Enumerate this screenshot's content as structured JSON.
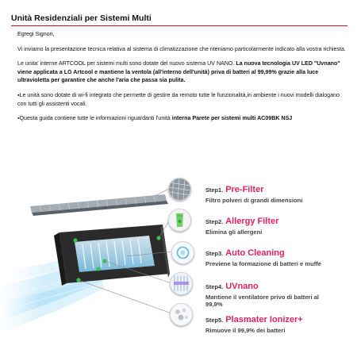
{
  "header": {
    "title": "Unità Residenziali per Sistemi Multi"
  },
  "letter": {
    "greeting": "Egregi Signori,",
    "p1": "Vi inviamo la presentazione tecnica relativa al sistema di climatizzazione che riteniamo particolarmente indicato alla vostra richiesta.",
    "p2_plain": "Le unita' interne ARTCOOL per sistemi multi  sono dotate del nuovo sistema UV NANO. ",
    "p2_bold": "La nuova tecnologia UV LED \"Uvnano\" viene applicata a LG Artcool e mantiene la ventola (all'interno dell'unità) priva di batteri al 99,99% grazie alla luce ultravioletta per garantire  che anche l'aria che passa sia pulita.",
    "p3": "▪Le unità sono dotate di wi-fi integrato che permette di gestire da remoto tutte le funzionalità,in ambiente i nuovi modelli dialogano con tutti gli assistenti vocali.",
    "p4_plain": "▪Questa guida contiene tutte le informazioni riguardanti l'unità  ",
    "p4_bold": "interna Parete per sistemi multi  AC09BK NSJ"
  },
  "steps": [
    {
      "num": "Step1.",
      "title": "Pre-Filter",
      "desc": "Filtro polveri di grandi dimensioni"
    },
    {
      "num": "Step2.",
      "title": "Allergy Filter",
      "desc": "Elimina gli allergeni"
    },
    {
      "num": "Step3.",
      "title": "Auto Cleaning",
      "desc": "Previene la formazione di batteri e muffe"
    },
    {
      "num": "Step4.",
      "title": "UVnano",
      "desc": "Mantiene il ventilatore privo di batteri al 99,9%"
    },
    {
      "num": "Step5.",
      "title": "Plasmater Ionizer+",
      "desc": "Rimuove il 99,9% dei batteri"
    }
  ],
  "colors": {
    "accent": "#e0245e",
    "rule": "#c8102e",
    "unit_body": "#2b2b2b"
  }
}
